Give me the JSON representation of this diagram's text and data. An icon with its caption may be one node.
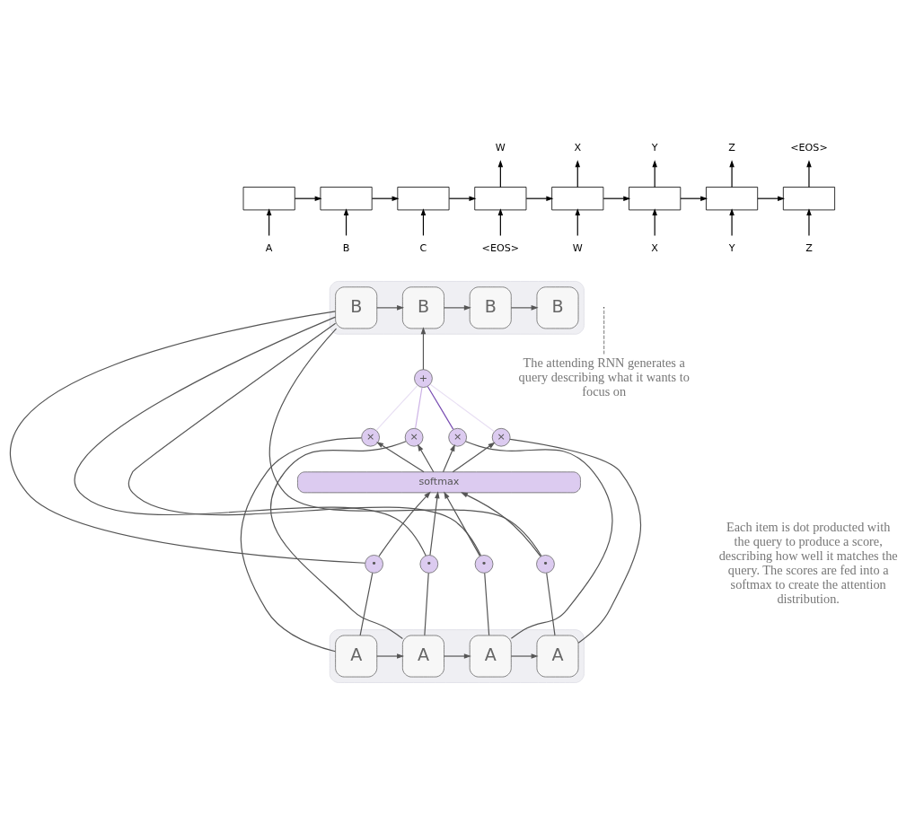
{
  "diagram": {
    "nodes": [
      {
        "text": [
          "W"
        ]
      },
      {
        "text": [
          "X"
        ]
      },
      {
        "text": [
          "Y"
        ]
      },
      {
        "text": [
          "Z"
        ]
      },
      {
        "text": [
          "<EOS>"
        ]
      },
      {
        "text": [],
        "shape": "box"
      },
      {
        "text": [],
        "shape": "box"
      },
      {
        "text": [],
        "shape": "box"
      },
      {
        "text": [],
        "shape": "box"
      },
      {
        "text": [],
        "shape": "box"
      },
      {
        "text": [],
        "shape": "box"
      },
      {
        "text": [],
        "shape": "box"
      },
      {
        "text": [],
        "shape": "box"
      },
      {
        "text": [
          "A"
        ]
      },
      {
        "text": [
          "B"
        ]
      },
      {
        "text": [
          "C"
        ]
      },
      {
        "text": [
          "<EOS>"
        ]
      },
      {
        "text": [
          "W"
        ]
      },
      {
        "text": [
          "X"
        ]
      },
      {
        "text": [
          "Y"
        ]
      },
      {
        "text": [
          "Z"
        ]
      },
      {
        "text": [
          "The attending RNN generates a query describing what it wants to focus on"
        ]
      },
      {
        "text": [],
        "shape": "box"
      },
      {
        "text": [
          "B"
        ],
        "in": 22
      },
      {
        "text": [
          "B"
        ],
        "in": 22
      },
      {
        "text": [
          "B"
        ],
        "in": 22
      },
      {
        "text": [
          "B"
        ],
        "in": 22
      },
      {
        "text": [
          "+"
        ]
      },
      {
        "text": [
          "×"
        ]
      },
      {
        "text": [
          "×"
        ]
      },
      {
        "text": [
          "×"
        ]
      },
      {
        "text": [
          "×"
        ]
      },
      {
        "text": [
          "softmax"
        ]
      },
      {
        "text": [
          "•"
        ]
      },
      {
        "text": [
          "•"
        ]
      },
      {
        "text": [
          "•"
        ]
      },
      {
        "text": [
          "•"
        ]
      },
      {
        "text": [],
        "shape": "box"
      },
      {
        "text": [
          "A"
        ],
        "in": 37
      },
      {
        "text": [
          "A"
        ],
        "in": 37
      },
      {
        "text": [
          "A"
        ],
        "in": 37
      },
      {
        "text": [
          "A"
        ],
        "in": 37
      }
    ],
    "edges": [
      {
        "from": 5,
        "to": 6,
        "arrow": "to",
        "color": "#000000"
      },
      {
        "from": 6,
        "to": 7,
        "arrow": "to",
        "color": "#000000"
      },
      {
        "from": 7,
        "to": 8,
        "arrow": "to",
        "color": "#000000"
      },
      {
        "from": 8,
        "to": 9,
        "arrow": "to",
        "color": "#000000"
      },
      {
        "from": 9,
        "to": 10,
        "arrow": "to",
        "color": "#000000"
      },
      {
        "from": 10,
        "to": 11,
        "arrow": "to",
        "color": "#000000"
      },
      {
        "from": 11,
        "to": 12,
        "arrow": "to",
        "color": "#000000"
      },
      {
        "from": 13,
        "to": 5,
        "arrow": "to",
        "color": "#000000"
      },
      {
        "from": 14,
        "to": 6,
        "arrow": "to",
        "color": "#000000"
      },
      {
        "from": 15,
        "to": 7,
        "arrow": "to",
        "color": "#000000"
      },
      {
        "from": 16,
        "to": 8,
        "arrow": "to",
        "color": "#000000"
      },
      {
        "from": 17,
        "to": 9,
        "arrow": "to",
        "color": "#000000"
      },
      {
        "from": 18,
        "to": 10,
        "arrow": "to",
        "color": "#000000"
      },
      {
        "from": 19,
        "to": 11,
        "arrow": "to",
        "color": "#000000"
      },
      {
        "from": 20,
        "to": 12,
        "arrow": "to",
        "color": "#000000"
      },
      {
        "from": 8,
        "to": 0,
        "arrow": "to",
        "color": "#000000"
      },
      {
        "from": 9,
        "to": 1,
        "arrow": "to",
        "color": "#000000"
      },
      {
        "from": 10,
        "to": 2,
        "arrow": "to",
        "color": "#000000"
      },
      {
        "from": 11,
        "to": 3,
        "arrow": "to",
        "color": "#000000"
      },
      {
        "from": 12,
        "to": 4,
        "arrow": "to",
        "color": "#000000"
      },
      {
        "from": 21,
        "to": null,
        "arrow": "none",
        "style": "dashed"
      },
      {
        "from": 23,
        "to": 24,
        "arrow": "to"
      },
      {
        "from": 24,
        "to": 25,
        "arrow": "to"
      },
      {
        "from": 25,
        "to": 26,
        "arrow": "to"
      },
      {
        "from": 27,
        "to": 24,
        "arrow": "to"
      },
      {
        "from": 28,
        "to": 27,
        "arrow": "none",
        "color": "#e8dff3"
      },
      {
        "from": 29,
        "to": 27,
        "arrow": "none",
        "color": "#cdb3e6"
      },
      {
        "from": 30,
        "to": 27,
        "arrow": "none",
        "color": "#7a4fb3"
      },
      {
        "from": 31,
        "to": 27,
        "arrow": "none",
        "color": "#e8dff3"
      },
      {
        "from": 32,
        "to": 28,
        "arrow": "to"
      },
      {
        "from": 32,
        "to": 29,
        "arrow": "to"
      },
      {
        "from": 32,
        "to": 30,
        "arrow": "to"
      },
      {
        "from": 32,
        "to": 31,
        "arrow": "to"
      },
      {
        "from": 33,
        "to": 32,
        "arrow": "to"
      },
      {
        "from": 34,
        "to": 32,
        "arrow": "to"
      },
      {
        "from": 35,
        "to": 32,
        "arrow": "to"
      },
      {
        "from": 36,
        "to": 32,
        "arrow": "to"
      },
      {
        "from": 23,
        "to": 33,
        "arrow": "none"
      },
      {
        "from": 23,
        "to": 34,
        "arrow": "none"
      },
      {
        "from": 23,
        "to": 35,
        "arrow": "none"
      },
      {
        "from": 23,
        "to": 36,
        "arrow": "none"
      },
      {
        "from": 38,
        "to": 33,
        "arrow": "none"
      },
      {
        "from": 39,
        "to": 34,
        "arrow": "none"
      },
      {
        "from": 40,
        "to": 35,
        "arrow": "none"
      },
      {
        "from": 41,
        "to": 36,
        "arrow": "none"
      },
      {
        "from": 38,
        "to": 28,
        "arrow": "none"
      },
      {
        "from": 39,
        "to": 29,
        "arrow": "none"
      },
      {
        "from": 40,
        "to": 30,
        "arrow": "none"
      },
      {
        "from": 41,
        "to": 31,
        "arrow": "none"
      },
      {
        "from": 38,
        "to": 39,
        "arrow": "to"
      },
      {
        "from": 39,
        "to": 40,
        "arrow": "to"
      },
      {
        "from": 40,
        "to": 41,
        "arrow": "to"
      }
    ],
    "labels": [
      "Each item is dot producted with the query to produce a score, describing how well it matches the query. The scores are fed into a softmax to create the attention distribution."
    ]
  }
}
